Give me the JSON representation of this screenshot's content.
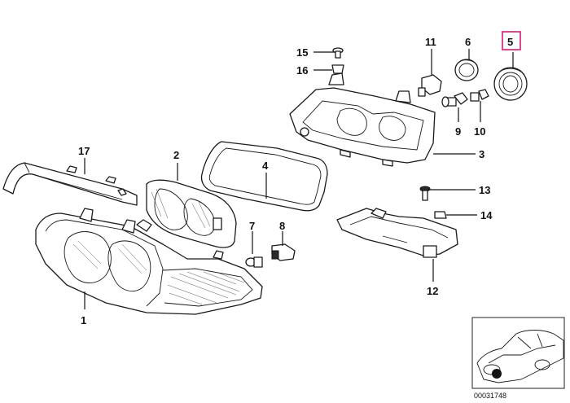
{
  "diagram": {
    "highlight_color": "#d6197a",
    "highlighted_part": "5",
    "callouts": [
      {
        "id": "1",
        "label": "1"
      },
      {
        "id": "2",
        "label": "2"
      },
      {
        "id": "3",
        "label": "3"
      },
      {
        "id": "4",
        "label": "4"
      },
      {
        "id": "5",
        "label": "5"
      },
      {
        "id": "6",
        "label": "6"
      },
      {
        "id": "7",
        "label": "7"
      },
      {
        "id": "8",
        "label": "8"
      },
      {
        "id": "9",
        "label": "9"
      },
      {
        "id": "10",
        "label": "10"
      },
      {
        "id": "11",
        "label": "11"
      },
      {
        "id": "12",
        "label": "12"
      },
      {
        "id": "13",
        "label": "13"
      },
      {
        "id": "14",
        "label": "14"
      },
      {
        "id": "15",
        "label": "15"
      },
      {
        "id": "16",
        "label": "16"
      },
      {
        "id": "17",
        "label": "17"
      }
    ],
    "inset": {
      "reference_number": "00031748"
    }
  }
}
